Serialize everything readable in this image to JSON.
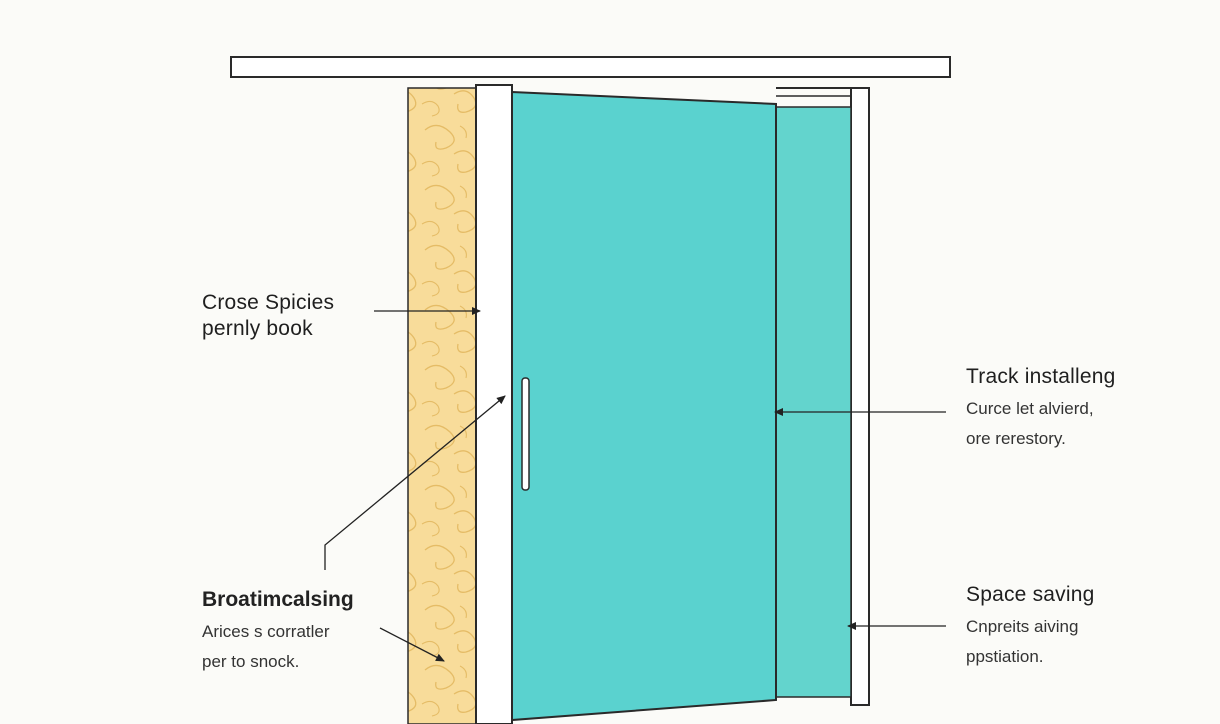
{
  "colors": {
    "background": "#fbfbf8",
    "panel": "#5ad2cf",
    "panel_back": "#63d4cd",
    "wall": "#f8dc9a",
    "wall_pattern": "#e5bc66",
    "frame": "#ffffff",
    "outline": "#2a2a2a"
  },
  "icons": {
    "handle": "door-handle-icon",
    "arrow": "arrow-head-icon"
  },
  "labels": {
    "left_top": {
      "line1": "Crose Spicies",
      "line2": "pernly book"
    },
    "left_bottom": {
      "title": "Broatimcalsing",
      "line1": "Arices s corratler",
      "line2": "per to snock."
    },
    "right_top": {
      "title": "Track installeng",
      "line1": "Curce let alvierd,",
      "line2": "ore rerestory."
    },
    "right_bottom": {
      "title": "Space saving",
      "line1": "Cnpreits aiving",
      "line2": "ppstiation."
    }
  }
}
